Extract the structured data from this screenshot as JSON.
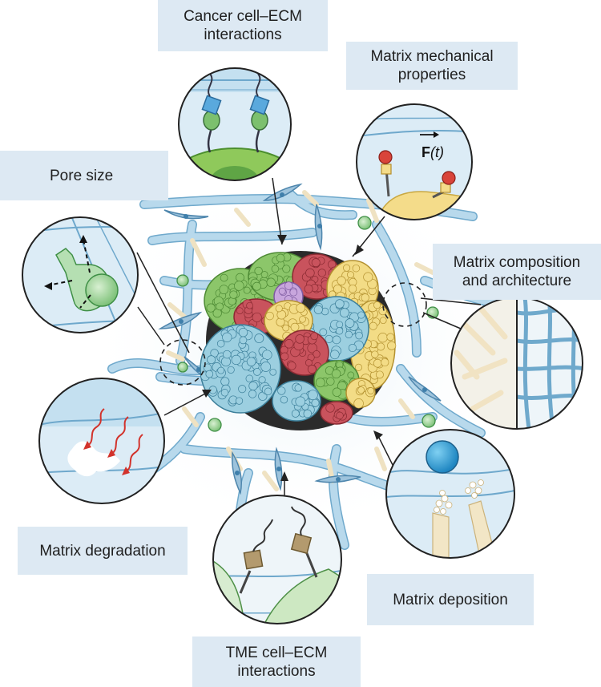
{
  "labels": {
    "cancer_ecm": "Cancer cell–ECM\ninteractions",
    "mechanical": "Matrix mechanical\nproperties",
    "pore_size": "Pore size",
    "composition": "Matrix composition\nand architecture",
    "degradation": "Matrix degradation",
    "deposition": "Matrix deposition",
    "tme_ecm": "TME cell–ECM\ninteractions"
  },
  "force_symbol": "F",
  "force_arg": "(t)",
  "colors": {
    "label_bg": "#dde9f3",
    "fiber": "#a9cde3",
    "fiber_stroke": "#6ea8cc",
    "inset_bg": "#dcecf6",
    "tumor_green": "#8cc66a",
    "tumor_red": "#c9535d",
    "tumor_yellow": "#f3dc86",
    "tumor_blue": "#9ccfe0",
    "tumor_purple": "#c8a6dd",
    "cell_green": "#a8d8a4",
    "arrow_red": "#d2332c"
  }
}
